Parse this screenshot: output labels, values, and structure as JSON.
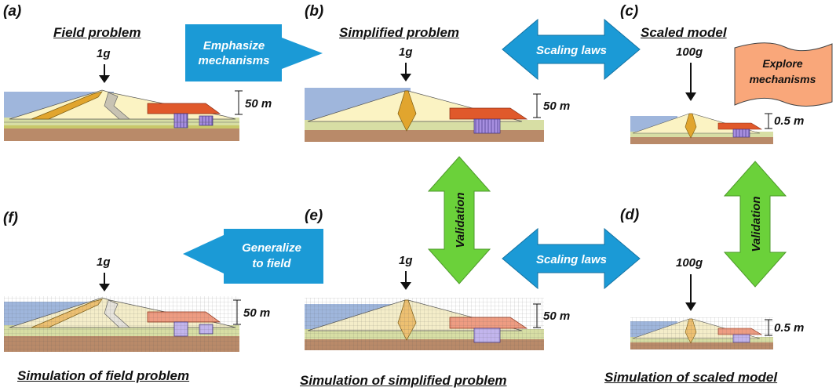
{
  "panels": {
    "a": {
      "letter": "(a)",
      "title": "Field problem",
      "gravity": "1g",
      "height": "50 m"
    },
    "b": {
      "letter": "(b)",
      "title": "Simplified problem",
      "gravity": "1g",
      "height": "50 m"
    },
    "c": {
      "letter": "(c)",
      "title": "Scaled model",
      "gravity": "100g",
      "height": "0.5 m"
    },
    "d": {
      "letter": "(d)",
      "title": "Simulation of scaled model",
      "gravity": "100g",
      "height": "0.5 m"
    },
    "e": {
      "letter": "(e)",
      "title": "Simulation of simplified problem",
      "gravity": "1g",
      "height": "50 m"
    },
    "f": {
      "letter": "(f)",
      "title": "Simulation of field problem",
      "gravity": "1g",
      "height": "50 m"
    }
  },
  "arrows": {
    "emphasize": [
      "Emphasize",
      "mechanisms"
    ],
    "scaling_top": "Scaling laws",
    "scaling_bottom": "Scaling laws",
    "validation_left": "Validation",
    "validation_right": "Validation",
    "generalize": [
      "Generalize",
      "to field"
    ],
    "explore": [
      "Explore",
      "mechanisms"
    ]
  },
  "colors": {
    "blue_arrow": "#1b9ad6",
    "green_arrow": "#6bd13a",
    "explore_box": "#f9a77a",
    "sky": "#9fb6dc",
    "embankment": "#fbf3c3",
    "core": "#e1a52e",
    "berm": "#e0592b",
    "structure": "#a78fe0",
    "soil": "#b98a69",
    "foundation": "#d7dea4"
  }
}
